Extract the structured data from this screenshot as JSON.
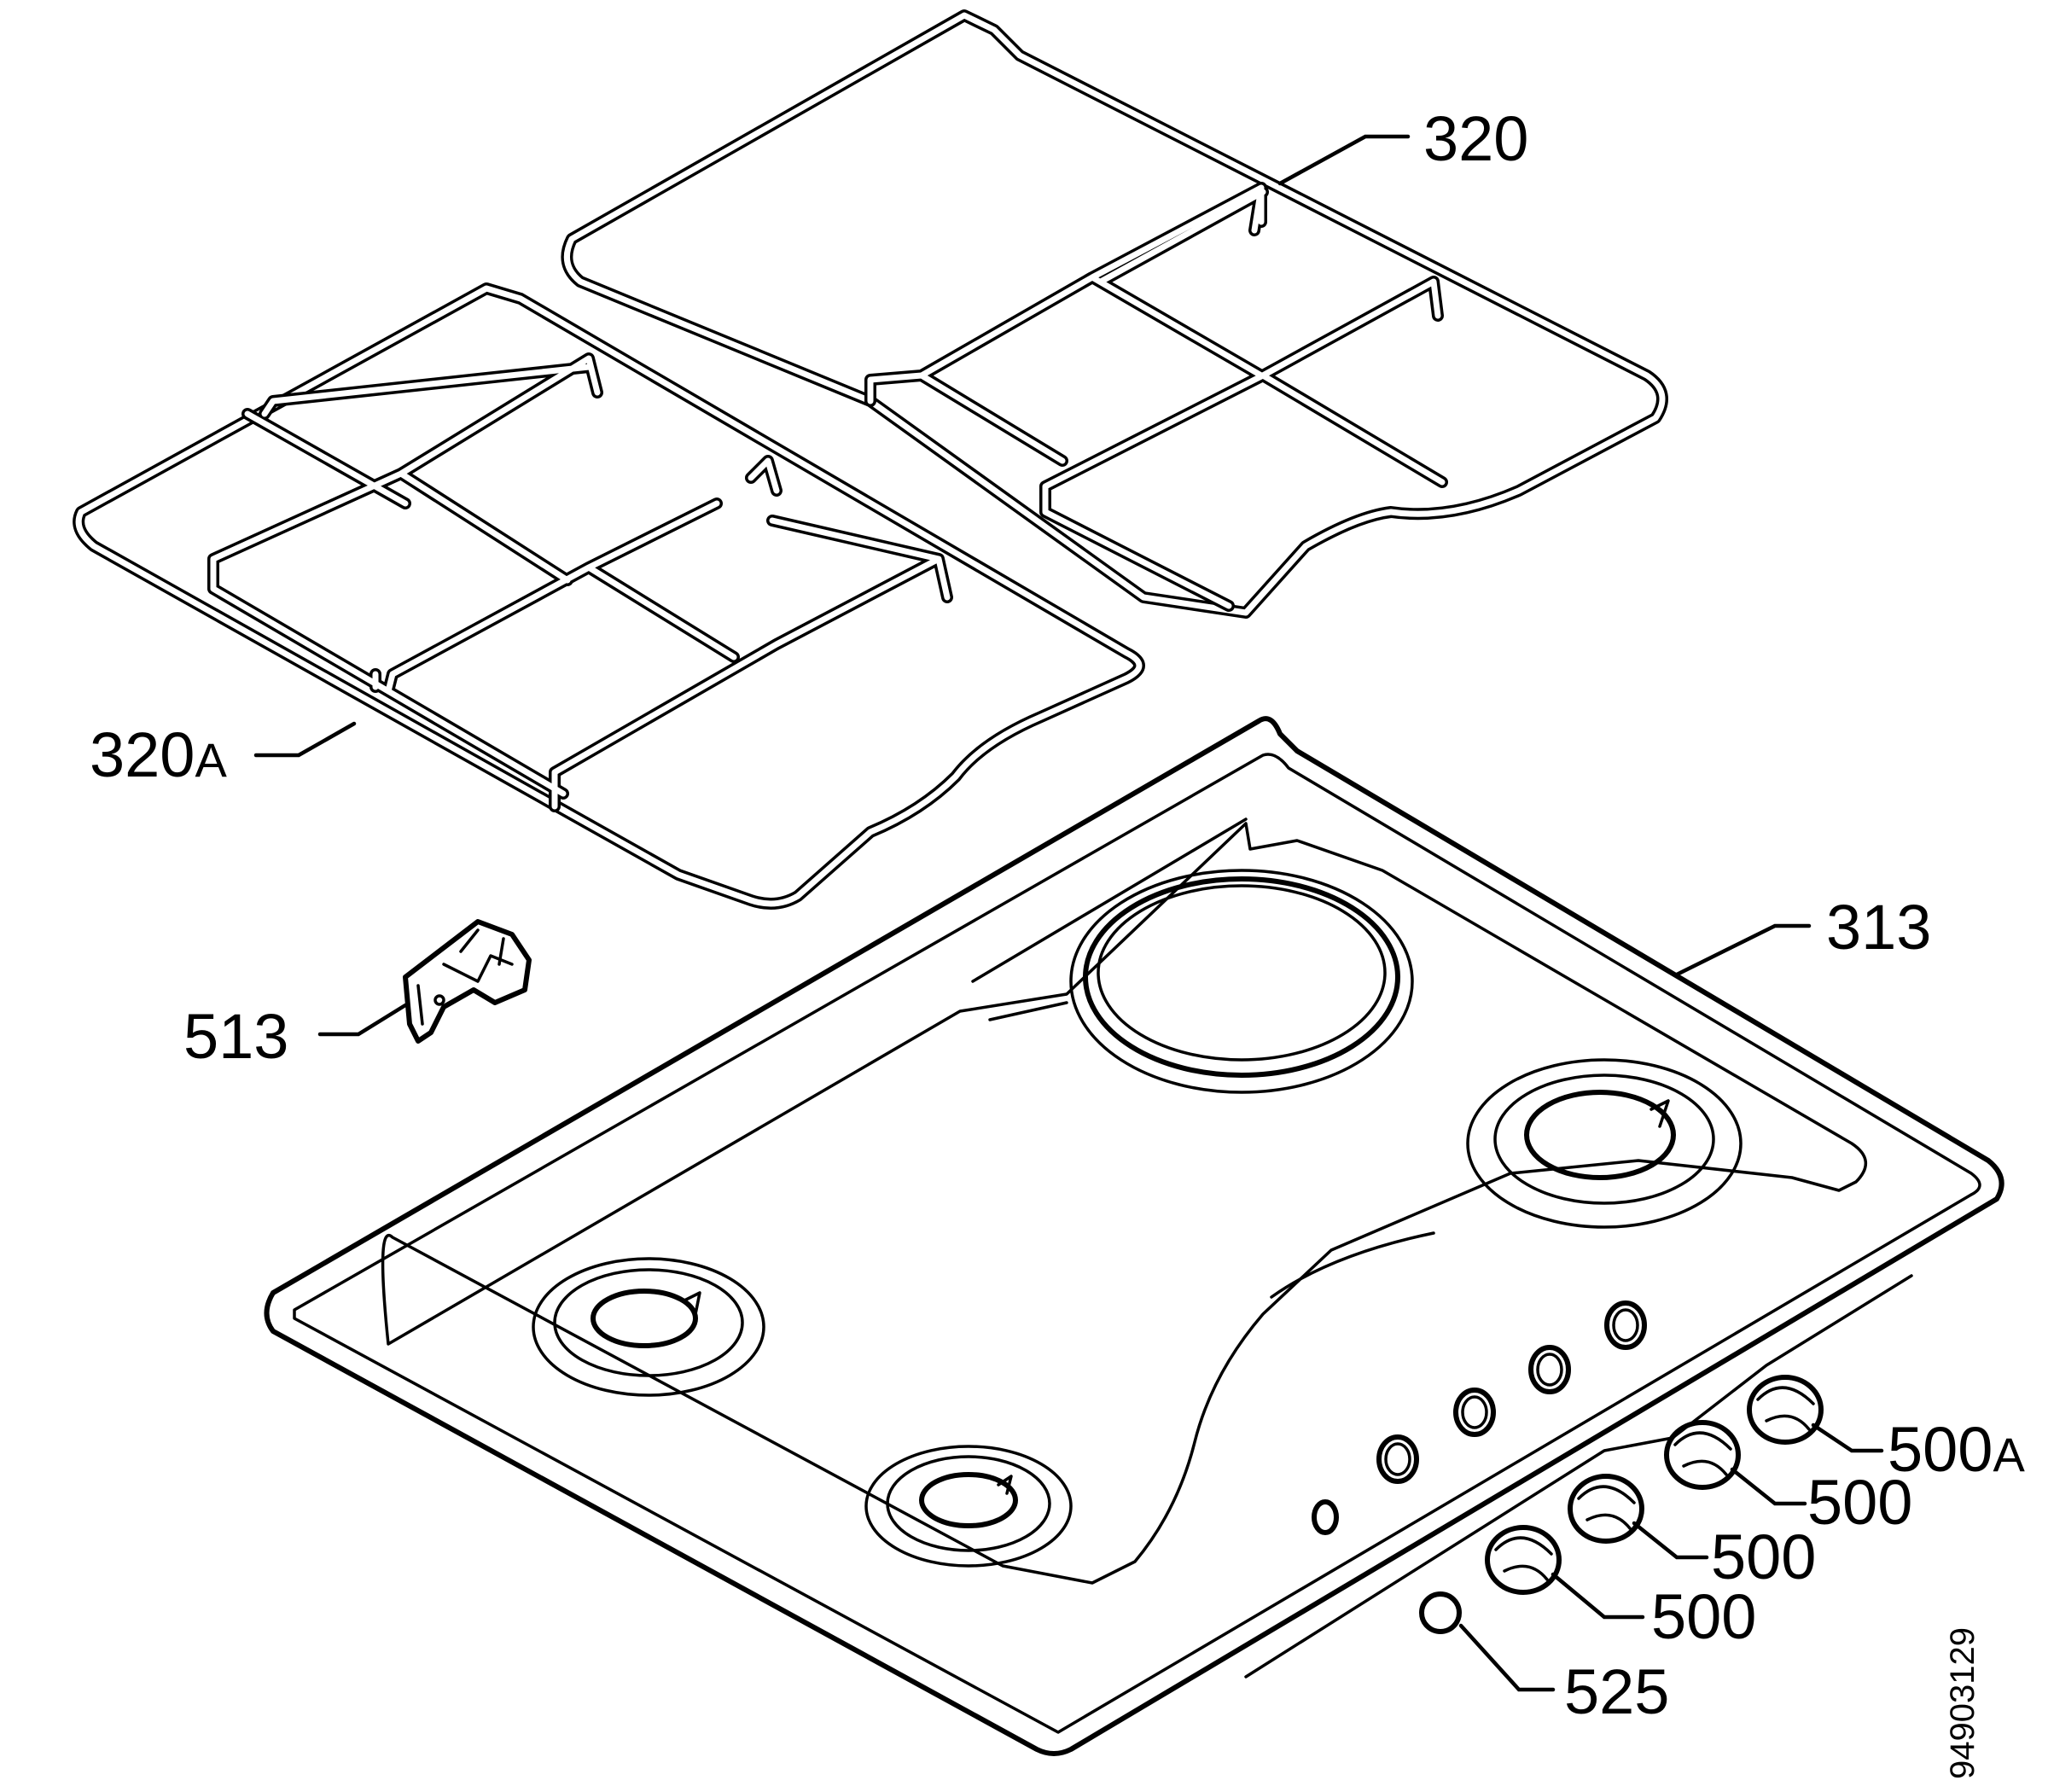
{
  "parts": {
    "grate_right": {
      "num": "320",
      "suffix": ""
    },
    "grate_left": {
      "num": "320",
      "suffix": "A"
    },
    "hob_top": {
      "num": "313",
      "suffix": ""
    },
    "clip": {
      "num": "513",
      "suffix": ""
    },
    "knob_special": {
      "num": "500",
      "suffix": "A"
    },
    "knob_1": {
      "num": "500",
      "suffix": ""
    },
    "knob_2": {
      "num": "500",
      "suffix": ""
    },
    "knob_3": {
      "num": "500",
      "suffix": ""
    },
    "ignition_button": {
      "num": "525",
      "suffix": ""
    }
  },
  "drawing_number": "94903129"
}
